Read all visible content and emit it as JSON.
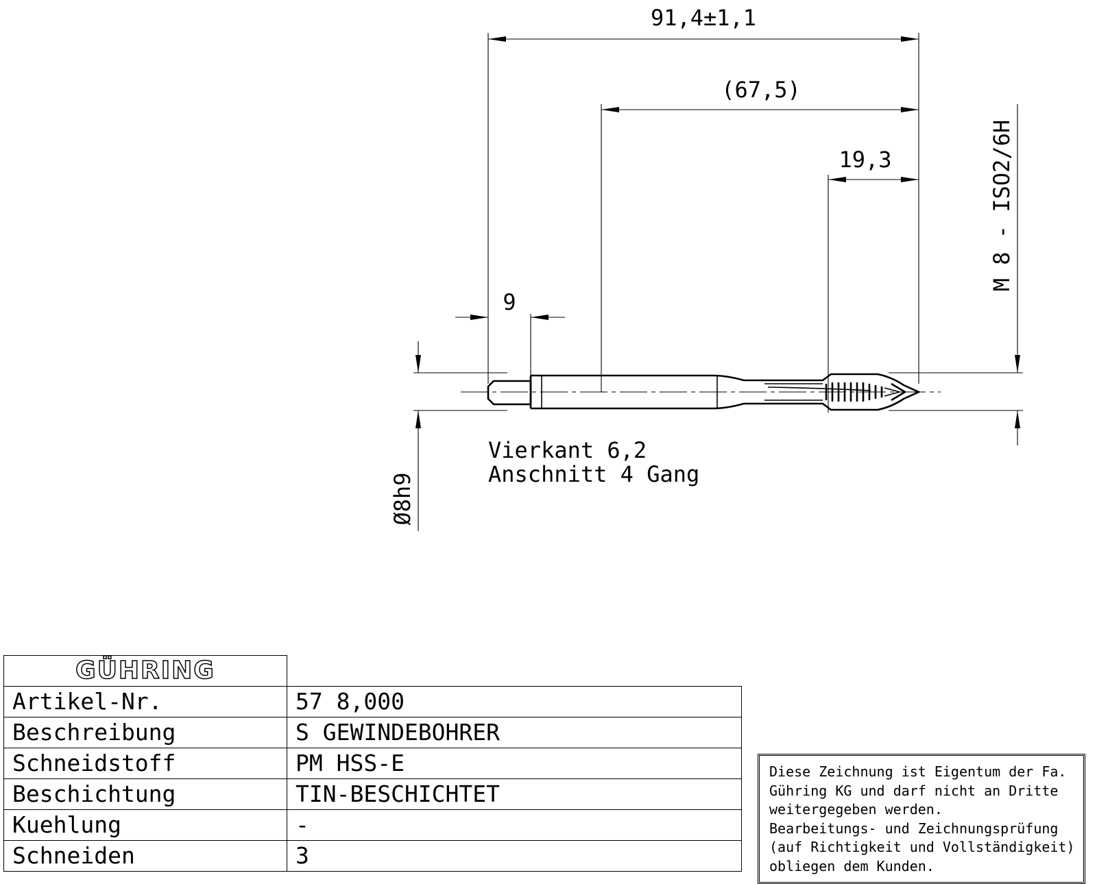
{
  "dimensions": {
    "overall_length": "91,4±1,1",
    "shank_to_tip": "(67,5)",
    "thread_length": "19,3",
    "square_length": "9",
    "thread_spec": "M 8 - ISO2/6H",
    "shank_diameter": "Ø8h9"
  },
  "notes": {
    "line1": "Vierkant 6,2",
    "line2": "Anschnitt 4 Gang"
  },
  "title_block": {
    "logo": "GÜHRING",
    "rows": [
      {
        "label": "Artikel-Nr.",
        "value": "57 8,000"
      },
      {
        "label": "Beschreibung",
        "value": "S GEWINDEBOHRER"
      },
      {
        "label": "Schneidstoff",
        "value": "PM HSS-E"
      },
      {
        "label": "Beschichtung",
        "value": "TIN-BESCHICHTET"
      },
      {
        "label": "Kuehlung",
        "value": "-"
      },
      {
        "label": "Schneiden",
        "value": "3"
      }
    ]
  },
  "disclaimer": "Diese Zeichnung ist Eigentum der Fa.\nGühring KG und darf nicht an Dritte\nweitergegeben werden.\nBearbeitungs- und Zeichnungsprüfung\n(auf Richtigkeit und Vollständigkeit)\nobliegen dem Kunden."
}
